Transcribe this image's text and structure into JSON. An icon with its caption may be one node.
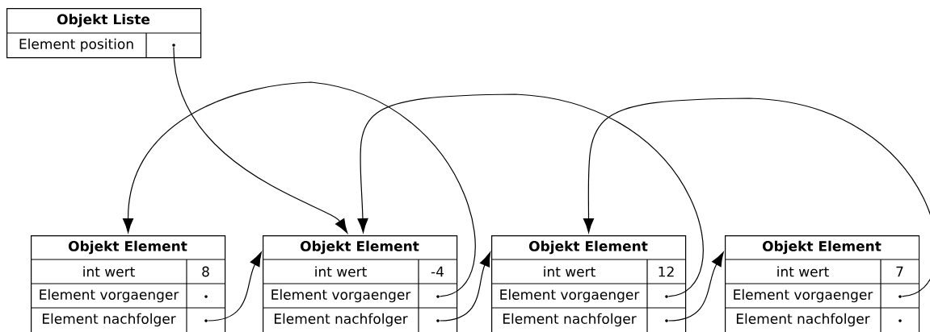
{
  "diagram": {
    "nodes": [
      {
        "text": [
          "Objekt Liste",
          "Element position"
        ]
      },
      {
        "text": [],
        "shape": "circle",
        "in": 0
      },
      {
        "text": [
          "Objekt Element",
          "int wert",
          "8",
          "Element vorgaenger",
          "Element nachfolger"
        ]
      },
      {
        "text": [],
        "shape": "circle",
        "in": 2
      },
      {
        "text": [],
        "shape": "circle",
        "in": 2
      },
      {
        "text": [
          "Objekt Element",
          "int wert",
          "-4",
          "Element vorgaenger",
          "Element nachfolger"
        ]
      },
      {
        "text": [],
        "shape": "circle",
        "in": 5
      },
      {
        "text": [],
        "shape": "circle",
        "in": 5
      },
      {
        "text": [
          "Objekt Element",
          "int wert",
          "12",
          "Element vorgaenger",
          "Element nachfolger"
        ]
      },
      {
        "text": [],
        "shape": "circle",
        "in": 8
      },
      {
        "text": [],
        "shape": "circle",
        "in": 8
      },
      {
        "text": [
          "Objekt Element",
          "int wert",
          "7",
          "Element vorgaenger",
          "Element nachfolger"
        ]
      },
      {
        "text": [],
        "shape": "circle",
        "in": 11
      },
      {
        "text": [],
        "shape": "circle",
        "in": 11
      }
    ],
    "edges": [
      {
        "from": 1,
        "to": 5,
        "arrow": "to"
      },
      {
        "from": 4,
        "to": 5,
        "arrow": "to"
      },
      {
        "from": 6,
        "to": 2,
        "arrow": "to"
      },
      {
        "from": 7,
        "to": 8,
        "arrow": "to"
      },
      {
        "from": 9,
        "to": 5,
        "arrow": "to"
      },
      {
        "from": 10,
        "to": 11,
        "arrow": "to"
      },
      {
        "from": 12,
        "to": 8,
        "arrow": "to"
      }
    ]
  }
}
